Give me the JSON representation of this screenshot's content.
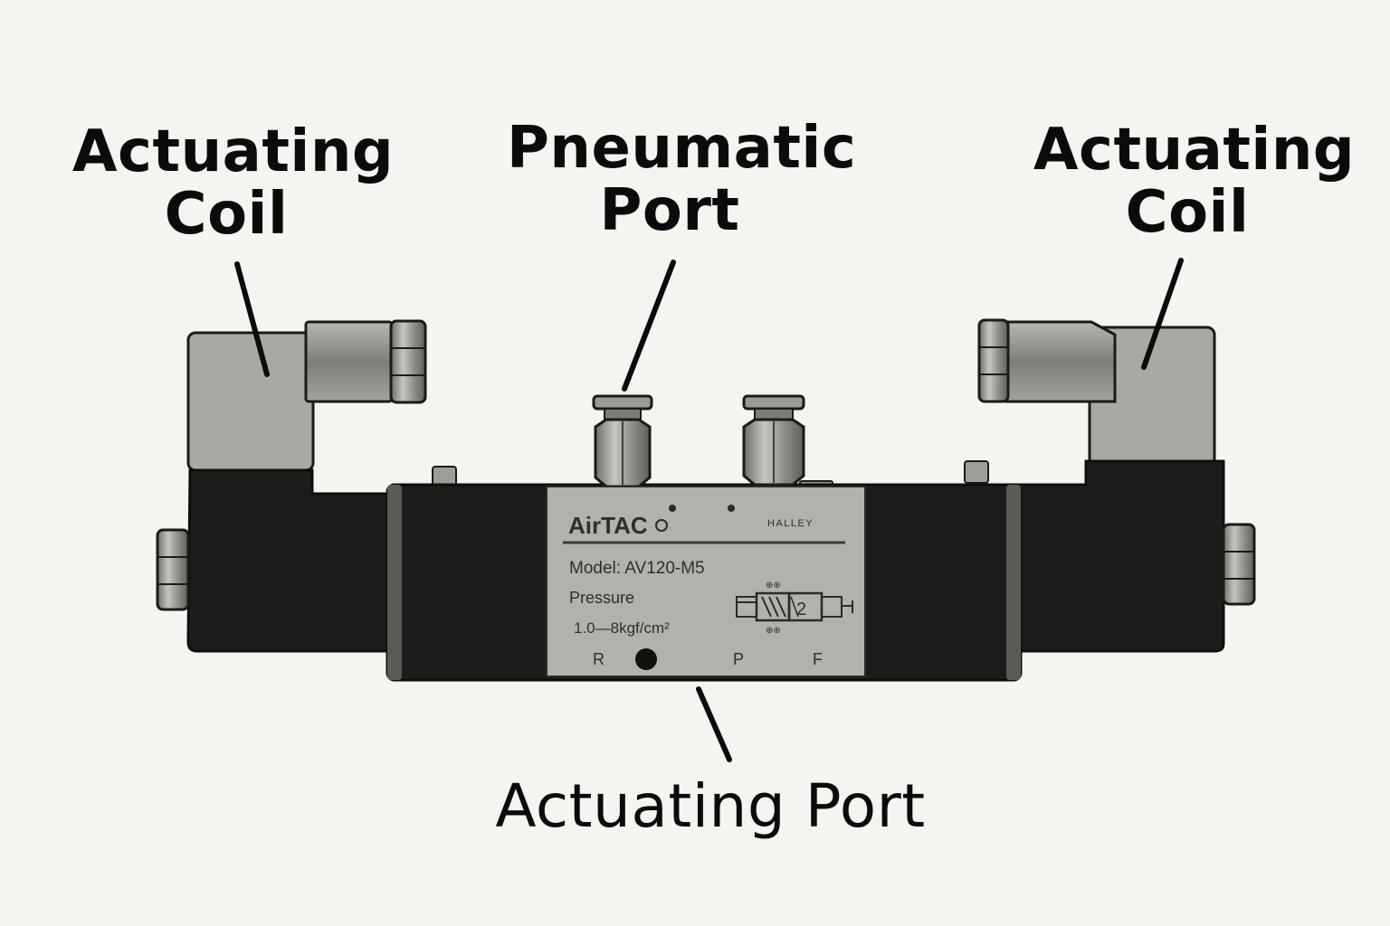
{
  "labels": {
    "left_coil": {
      "line1": "Actuating",
      "line2": "Coil"
    },
    "pneumatic_port": {
      "line1": "Pneumatic",
      "line2": "Port"
    },
    "right_coil": {
      "line1": "Actuating",
      "line2": "Coil"
    },
    "actuating_port": {
      "text": "Actuating Port"
    }
  },
  "plate": {
    "brand": "AirTAC",
    "maker_mark": "HALLEY",
    "model": "Model: AV120-M5",
    "pressure_label": "Pressure",
    "pressure_range": "1.0—8kgf/cm²",
    "symbol_number": "2",
    "port_r": "R",
    "port_p": "P",
    "port_f": "F"
  },
  "colors": {
    "background": "#f4f4f0",
    "body_dark": "#1c1c1a",
    "coil_housing": "#a9a9a3",
    "plate": "#b2b2ac",
    "fitting": "#8f8f8a"
  }
}
